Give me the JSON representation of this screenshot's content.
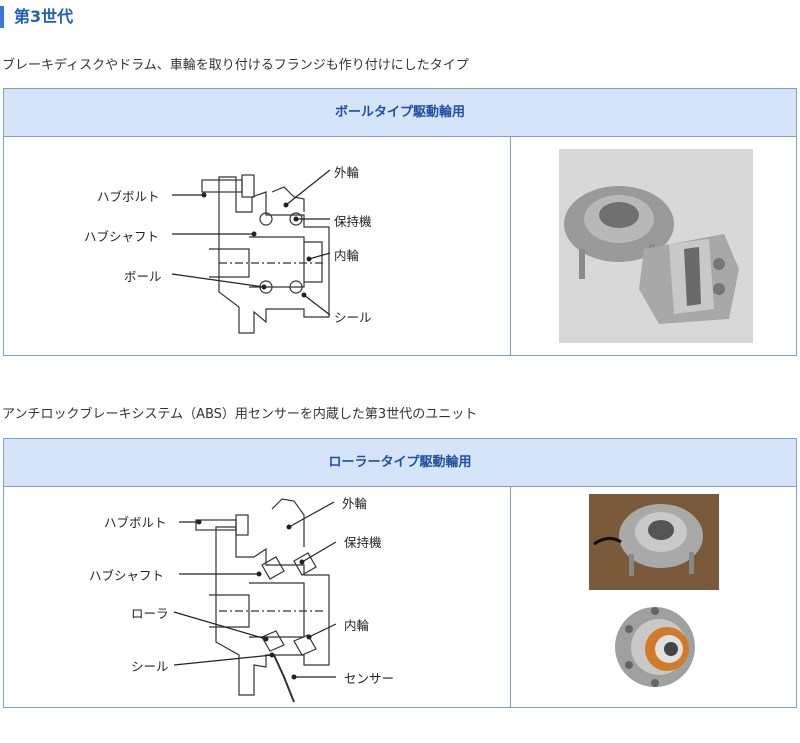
{
  "heading": "第3世代",
  "section1": {
    "description": "ブレーキディスクやドラム、車輪を取り付けるフランジも作り付けにしたタイプ",
    "panel_title": "ボールタイプ駆動輪用",
    "labels": {
      "hub_bolt": "ハブボルト",
      "hub_shaft": "ハブシャフト",
      "ball": "ボール",
      "outer_ring": "外輪",
      "cage": "保持機",
      "inner_ring": "内輪",
      "seal": "シール"
    }
  },
  "section2": {
    "description": "アンチロックブレーキシステム（ABS）用センサーを内蔵した第3世代のユニット",
    "panel_title": "ローラータイプ駆動輪用",
    "labels": {
      "hub_bolt": "ハブボルト",
      "hub_shaft": "ハブシャフト",
      "roller": "ローラ",
      "seal": "シール",
      "outer_ring": "外輪",
      "cage": "保持機",
      "inner_ring": "内輪",
      "sensor": "センサー"
    }
  },
  "colors": {
    "accent": "#3a78d4",
    "header_bg": "#d6e4fa",
    "border": "#7f9fd0",
    "title_text": "#1f4fa0"
  }
}
